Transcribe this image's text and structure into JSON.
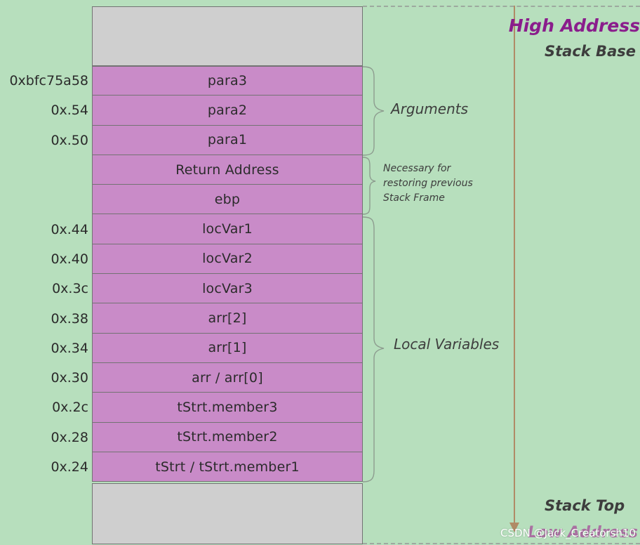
{
  "labels": {
    "high_address": "High Address",
    "stack_base": "Stack Base",
    "stack_top": "Stack Top",
    "low_address": "Low Address",
    "arguments": "Arguments",
    "necessary_line1": "Necessary for",
    "necessary_line2": "restoring previous",
    "necessary_line3": "Stack Frame",
    "local_variables": "Local Variables",
    "watermark": "CSDN @Jack_Creatorsh10"
  },
  "cells": [
    {
      "name": "para3",
      "addr": "0xbfc75a58"
    },
    {
      "name": "para2",
      "addr": "0x.54"
    },
    {
      "name": "para1",
      "addr": "0x.50"
    },
    {
      "name": "Return Address",
      "addr": ""
    },
    {
      "name": "ebp",
      "addr": ""
    },
    {
      "name": "locVar1",
      "addr": "0x.44"
    },
    {
      "name": "locVar2",
      "addr": "0x.40"
    },
    {
      "name": "locVar3",
      "addr": "0x.3c"
    },
    {
      "name": "arr[2]",
      "addr": "0x.38"
    },
    {
      "name": "arr[1]",
      "addr": "0x.34"
    },
    {
      "name": "arr / arr[0]",
      "addr": "0x.30"
    },
    {
      "name": "tStrt.member3",
      "addr": "0x.2c"
    },
    {
      "name": "tStrt.member2",
      "addr": "0x.28"
    },
    {
      "name": "tStrt / tStrt.member1",
      "addr": "0x.24"
    }
  ],
  "colors": {
    "background": "#b7dfbd",
    "cell_fill": "#c98bc8",
    "empty_fill": "#cfcfcf",
    "high_address": "#8a1d8c",
    "arrow": "#b08a66"
  }
}
